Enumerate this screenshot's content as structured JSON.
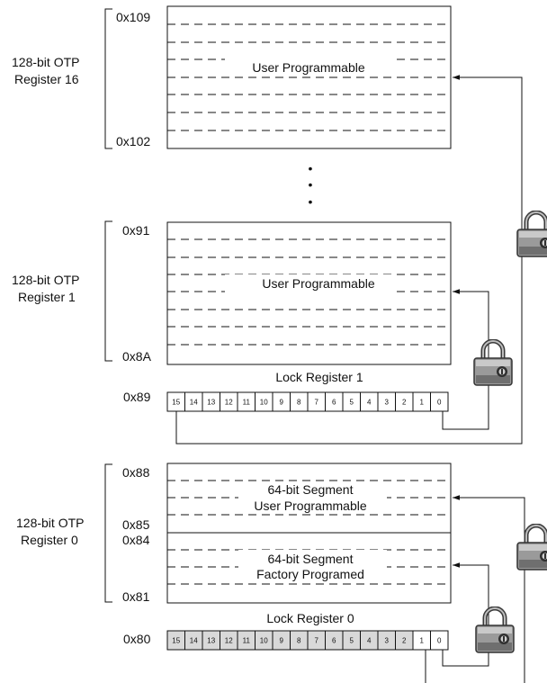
{
  "register16": {
    "label_line1": "128-bit OTP",
    "label_line2": "Register 16",
    "addr_top": "0x109",
    "addr_bottom": "0x102",
    "region_label": "User Programmable"
  },
  "ellipsis": "•",
  "register1": {
    "label_line1": "128-bit OTP",
    "label_line2": "Register 1",
    "addr_top": "0x91",
    "addr_bottom": "0x8A",
    "region_label": "User Programmable"
  },
  "lock1": {
    "title": "Lock Register 1",
    "addr": "0x89",
    "bits": [
      "15",
      "14",
      "13",
      "12",
      "11",
      "10",
      "9",
      "8",
      "7",
      "6",
      "5",
      "4",
      "3",
      "2",
      "1",
      "0"
    ]
  },
  "register0": {
    "label_line1": "128-bit OTP",
    "label_line2": "Register 0",
    "addr_top": "0x88",
    "addr_mid_upper": "0x85",
    "addr_mid_lower": "0x84",
    "addr_bottom": "0x81",
    "upper_line1": "64-bit Segment",
    "upper_line2": "User Programmable",
    "lower_line1": "64-bit Segment",
    "lower_line2": "Factory Programed"
  },
  "lock0": {
    "title": "Lock Register 0",
    "addr": "0x80",
    "bits": [
      "15",
      "14",
      "13",
      "12",
      "11",
      "10",
      "9",
      "8",
      "7",
      "6",
      "5",
      "4",
      "3",
      "2",
      "1",
      "0"
    ]
  },
  "colors": {
    "reserved_cell": "#d9d9d9",
    "padlock_body": "#9a9a9a"
  },
  "icons": [
    "padlock-icon"
  ]
}
